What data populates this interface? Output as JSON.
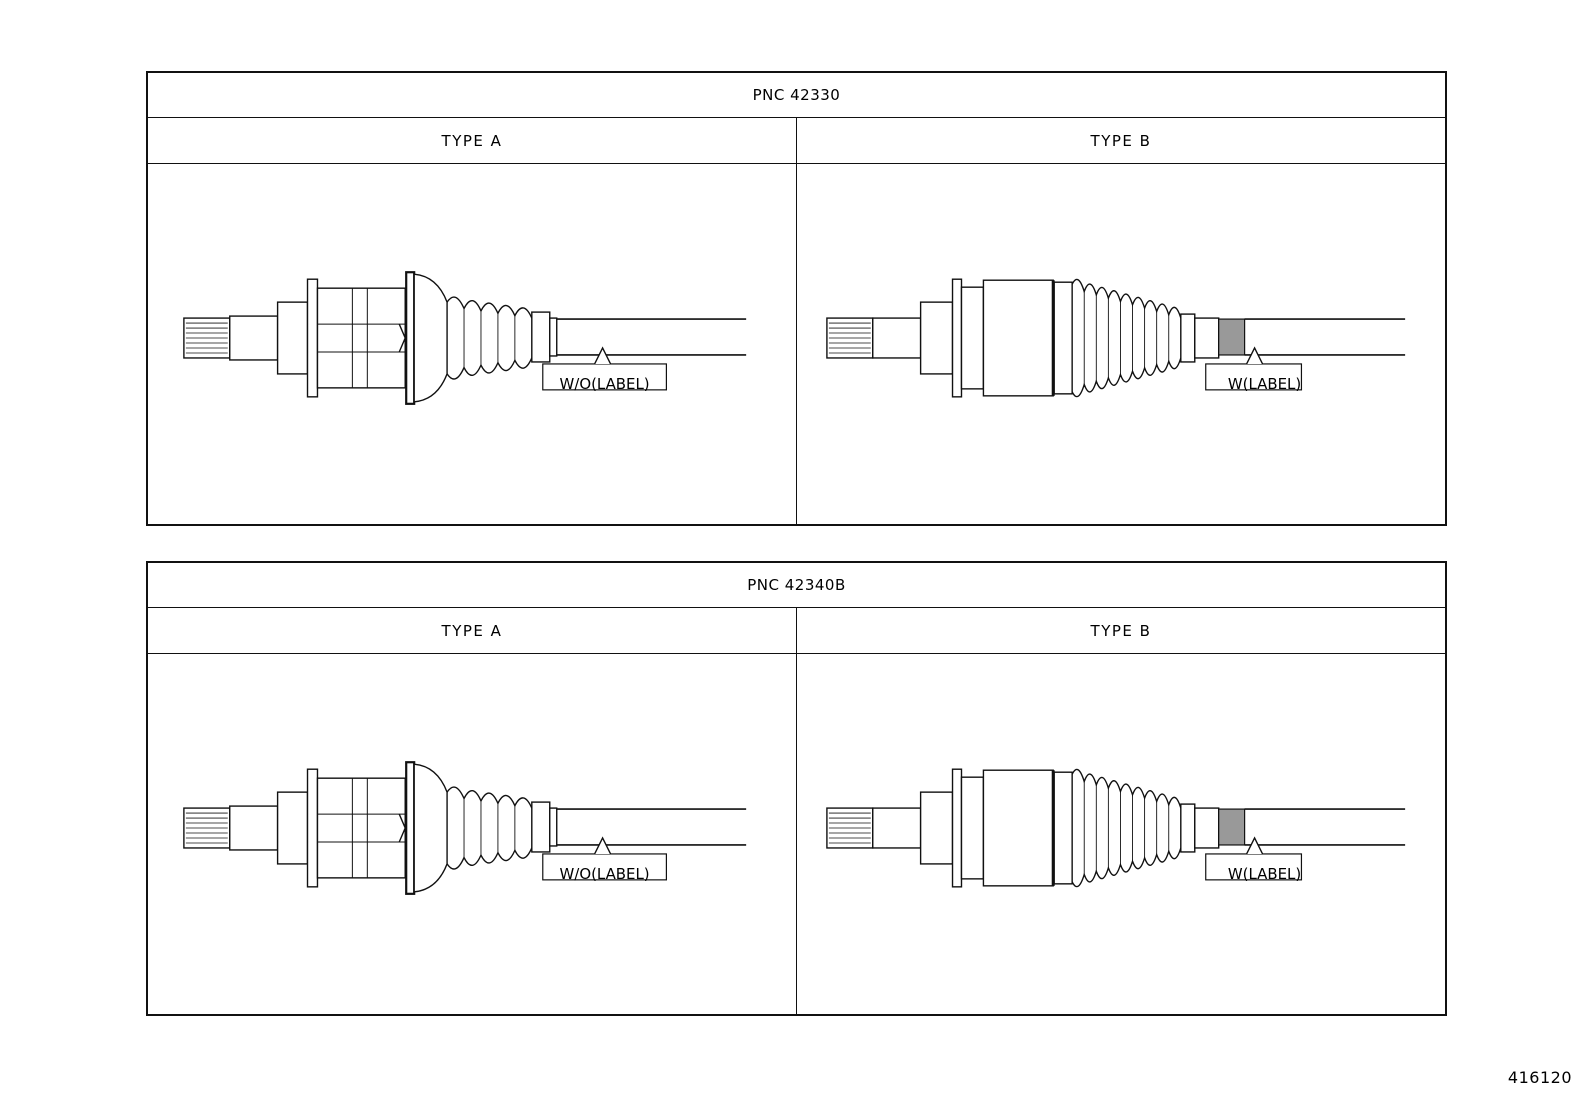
{
  "panels": [
    {
      "pnc": "PNC 42330",
      "types": [
        {
          "title": "TYPE A",
          "callout": "W/O(LABEL)",
          "variant": "A"
        },
        {
          "title": "TYPE B",
          "callout": "W(LABEL)",
          "variant": "B"
        }
      ]
    },
    {
      "pnc": "PNC 42340B",
      "types": [
        {
          "title": "TYPE A",
          "callout": "W/O(LABEL)",
          "variant": "A"
        },
        {
          "title": "TYPE B",
          "callout": "W(LABEL)",
          "variant": "B"
        }
      ]
    }
  ],
  "illustration_code": "416120"
}
